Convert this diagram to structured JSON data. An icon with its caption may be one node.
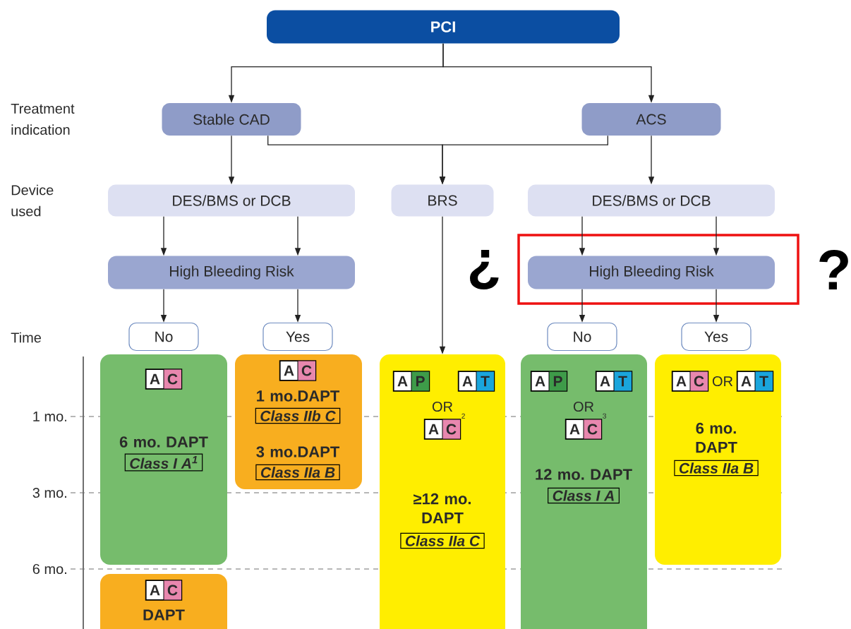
{
  "diagram": {
    "nodes": [
      {
        "text": [
          "PCI"
        ]
      },
      {
        "text": [
          "Stable CAD"
        ]
      },
      {
        "text": [
          "ACS"
        ]
      },
      {
        "text": [
          "DES/BMS or DCB"
        ]
      },
      {
        "text": [
          "BRS"
        ]
      },
      {
        "text": [
          "DES/BMS or DCB"
        ]
      },
      {
        "text": [
          "High Bleeding Risk"
        ]
      },
      {
        "text": [
          "High Bleeding Risk"
        ]
      },
      {
        "text": [
          "No"
        ]
      },
      {
        "text": [
          "Yes"
        ]
      },
      {
        "text": [
          "No"
        ]
      },
      {
        "text": [
          "Yes"
        ]
      },
      {
        "text": [
          "6 mo. DAPT",
          "Class I A$^{1}$"
        ]
      },
      {
        "text": [
          "A",
          "C"
        ],
        "in": 12
      },
      {
        "text": [
          "1 mo.DAPT",
          "Class IIb C",
          "3 mo.DAPT",
          "Class IIa B"
        ]
      },
      {
        "text": [
          "A",
          "C"
        ],
        "in": 14
      },
      {
        "text": [
          "OR",
          "≥12 mo. DAPT",
          "Class IIa C"
        ]
      },
      {
        "text": [
          "A",
          "P"
        ],
        "in": 16
      },
      {
        "text": [
          "A",
          "T"
        ],
        "in": 16
      },
      {
        "text": [
          "A",
          "C"
        ],
        "in": 16,
        "beside": [
          "2"
        ]
      },
      {
        "text": [
          "OR",
          "12 mo. DAPT",
          "Class I A"
        ]
      },
      {
        "text": [
          "A",
          "P"
        ],
        "in": 20
      },
      {
        "text": [
          "A",
          "T"
        ],
        "in": 20
      },
      {
        "text": [
          "A",
          "C"
        ],
        "in": 20,
        "beside": [
          "3"
        ]
      },
      {
        "text": [
          "OR",
          "6 mo. DAPT",
          "Class IIa B"
        ]
      },
      {
        "text": [
          "A",
          "C"
        ],
        "in": 24
      },
      {
        "text": [
          "A",
          "T"
        ],
        "in": 24
      },
      {
        "text": [
          "DAPT"
        ]
      },
      {
        "text": [
          "A",
          "C"
        ],
        "in": 27
      }
    ],
    "edges": [
      {
        "from": 0,
        "to": 1,
        "arrow": "to"
      },
      {
        "from": 0,
        "to": 2,
        "arrow": "to"
      },
      {
        "from": 1,
        "to": 3,
        "arrow": "to"
      },
      {
        "from": 1,
        "to": 4,
        "arrow": "to"
      },
      {
        "from": 2,
        "to": 4,
        "arrow": "to"
      },
      {
        "from": 2,
        "to": 5,
        "arrow": "to"
      },
      {
        "from": 3,
        "to": 6,
        "arrow": "to"
      },
      {
        "from": 3,
        "to": 6,
        "arrow": "to"
      },
      {
        "from": 5,
        "to": 7,
        "arrow": "to"
      },
      {
        "from": 5,
        "to": 7,
        "arrow": "to"
      },
      {
        "from": 6,
        "to": 8,
        "arrow": "to"
      },
      {
        "from": 6,
        "to": 9,
        "arrow": "to"
      },
      {
        "from": 7,
        "to": 10,
        "arrow": "to"
      },
      {
        "from": 7,
        "to": 11,
        "arrow": "to"
      },
      {
        "from": 4,
        "to": 16,
        "arrow": "to"
      }
    ],
    "labels": [
      "Treatment indication",
      "Device used",
      "Time",
      "1 mo.",
      "3 mo.",
      "6 mo.",
      "¿",
      "?"
    ]
  }
}
